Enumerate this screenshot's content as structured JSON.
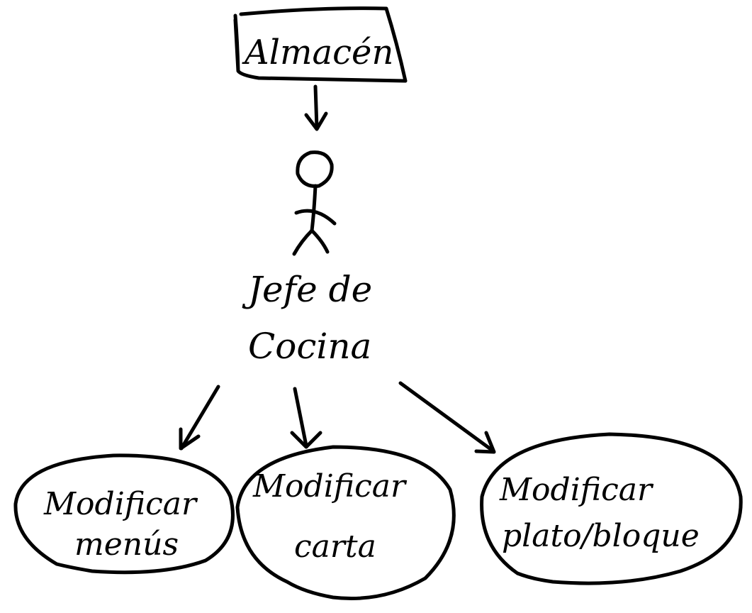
{
  "diagram": {
    "storage": {
      "label": "Almacén"
    },
    "actor": {
      "line1": "Jefe de",
      "line2": "Cocina"
    },
    "use_cases": [
      {
        "line1": "Modificar",
        "line2": "menús"
      },
      {
        "line1": "Modificar",
        "line2": "carta"
      },
      {
        "line1": "Modificar",
        "line2": "plato/bloque"
      }
    ]
  },
  "style": {
    "ink": "#000000",
    "paper": "#ffffff"
  }
}
